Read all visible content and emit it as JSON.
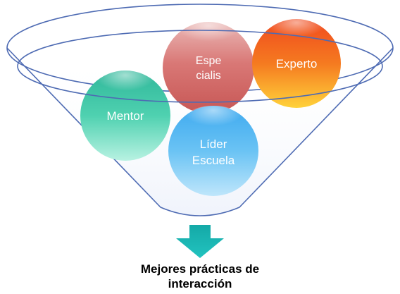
{
  "bubbles": {
    "especialista": {
      "line1": "Espe",
      "line2": "cialis"
    },
    "experto": {
      "label": "Experto"
    },
    "mentor": {
      "label": "Mentor"
    },
    "lider_escuela": {
      "line1": "Líder",
      "line2": "Escuela"
    }
  },
  "caption": {
    "line1": "Mejores prácticas de",
    "line2": "interacción"
  },
  "colors": {
    "funnel_stroke": "#4e6bb3",
    "arrow": "#1cb7b4",
    "especialista": "#d46e6c",
    "experto": "#f47a1c",
    "mentor": "#4fd1b0",
    "lider_escuela": "#68c1f4"
  }
}
